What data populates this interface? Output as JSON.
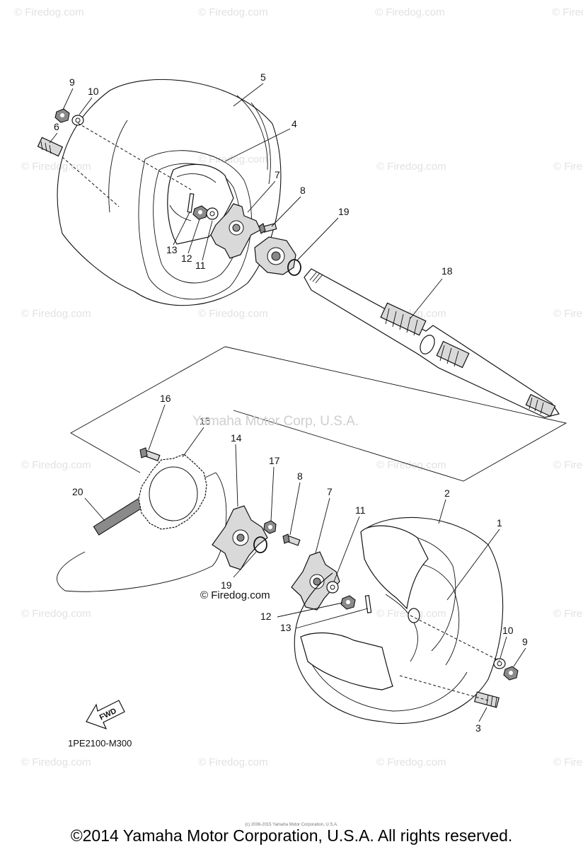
{
  "diagram": {
    "code": "1PE2100-M300",
    "fwd_label": "FWD",
    "company_watermark": "Yamaha Motor Corp, U.S.A.",
    "firedog_label": "© Firedog.com",
    "fine_print": "(c) 2006-2015 Yamaha Motor Corporation, U.S.A.",
    "copyright": "©2014 Yamaha Motor Corporation, U.S.A. All rights reserved."
  },
  "watermark_text": "© Firedog.com",
  "callouts": {
    "upper": [
      "9",
      "10",
      "6",
      "5",
      "4",
      "7",
      "8",
      "19",
      "13",
      "12",
      "11",
      "18"
    ],
    "lower": [
      "16",
      "15",
      "14",
      "17",
      "8",
      "7",
      "2",
      "11",
      "1",
      "20",
      "19",
      "12",
      "13",
      "10",
      "9",
      "3"
    ]
  }
}
